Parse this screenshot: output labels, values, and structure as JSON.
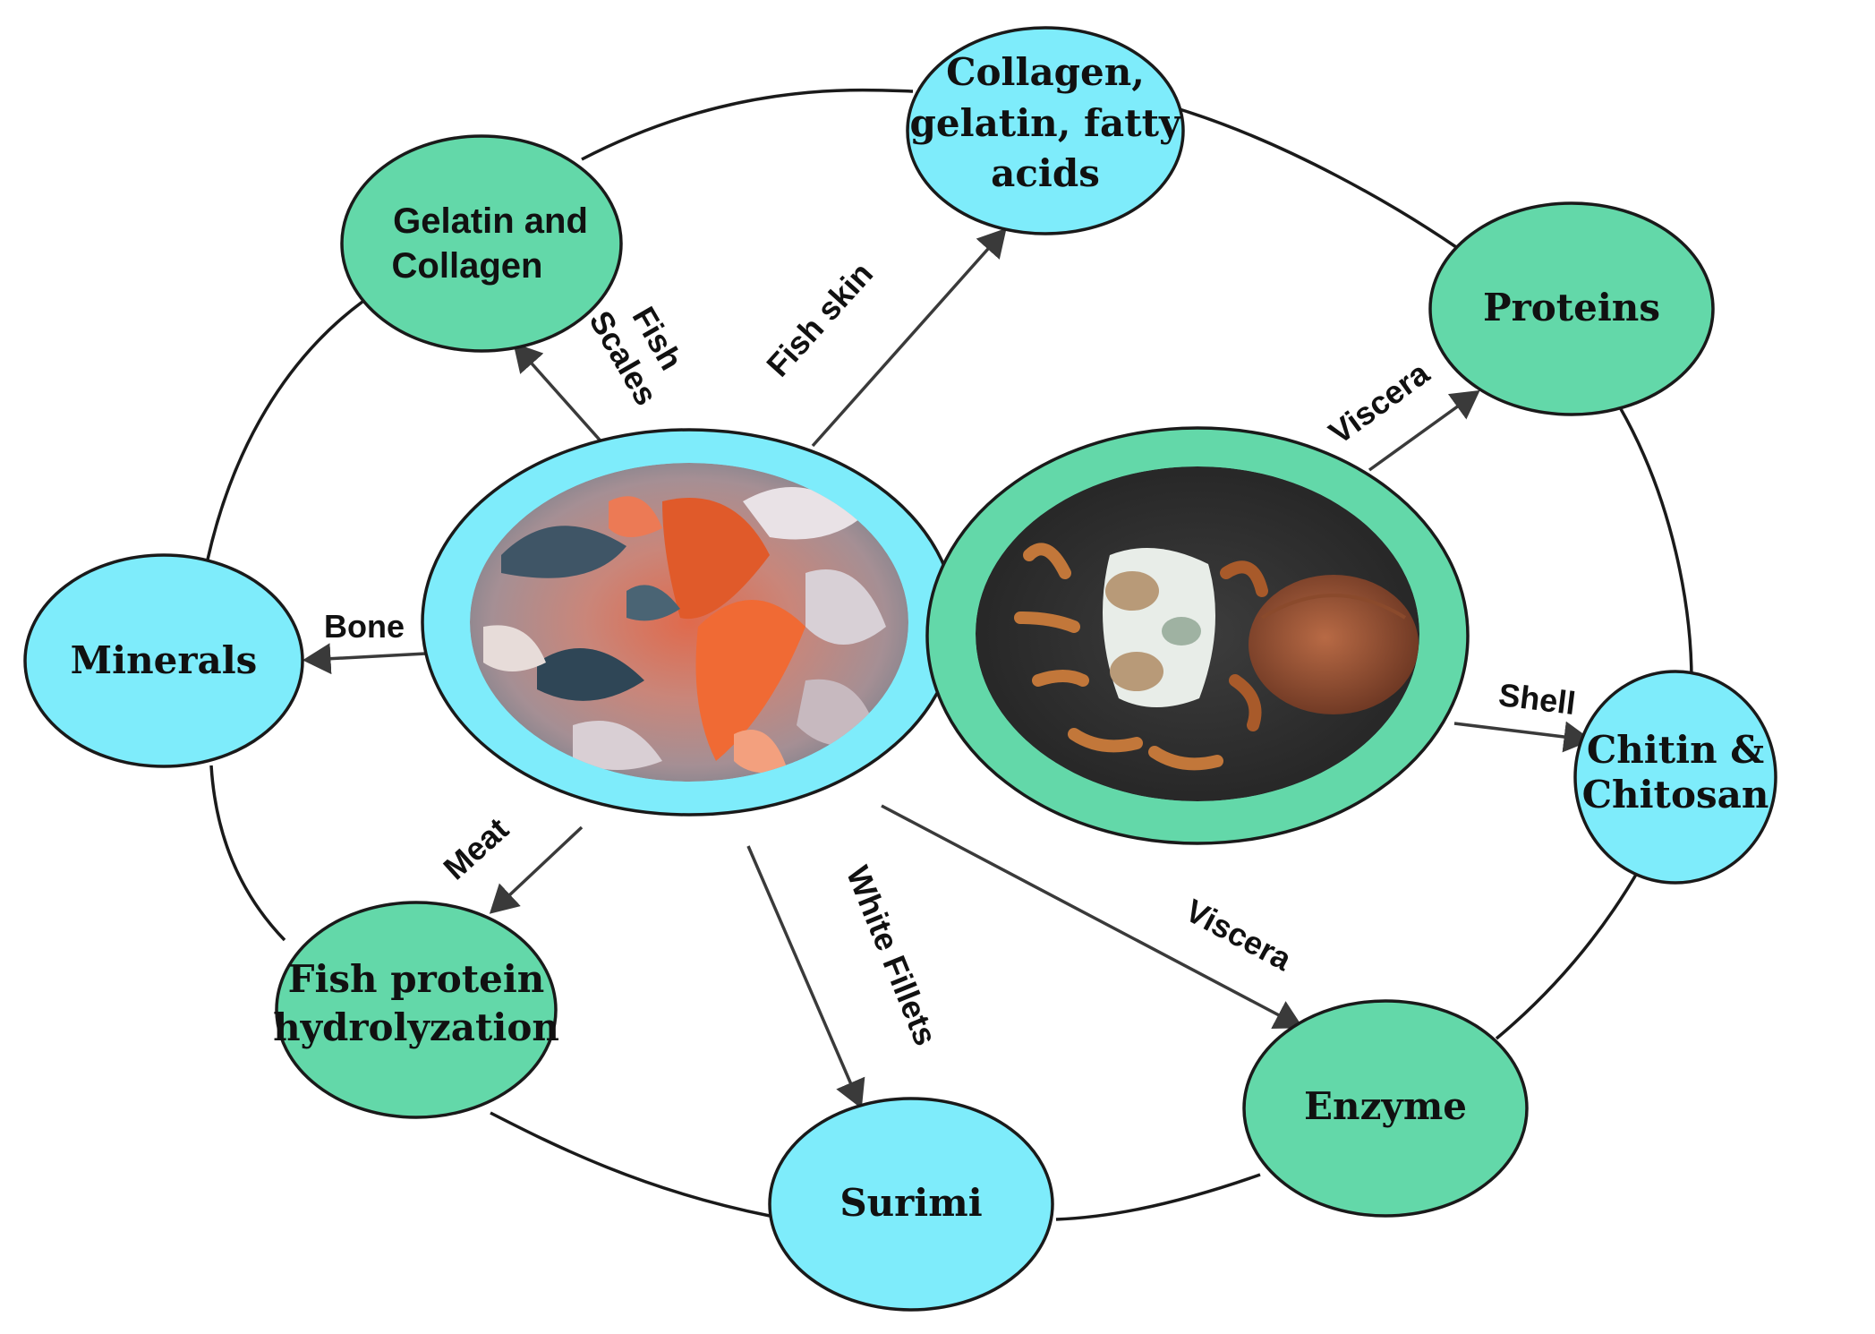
{
  "colors": {
    "green_node": "#63d8a9",
    "cyan_node": "#7eecfb",
    "line": "#1a1a1a",
    "arrow": "#3a3a3a"
  },
  "hubs": {
    "fish_waste": {
      "label": "",
      "image": "fish-waste-photo"
    },
    "crab_waste": {
      "label": "",
      "image": "crab-shell-photo"
    }
  },
  "nodes": {
    "gelatin_collagen": {
      "line1": "Gelatin and",
      "line2": "Collagen"
    },
    "collagen_gelatin_fatty": {
      "line1": "Collagen,",
      "line2": "gelatin, fatty",
      "line3": "acids"
    },
    "proteins": {
      "line1": "Proteins"
    },
    "chitin_chitosan": {
      "line1": "Chitin &",
      "line2": "Chitosan"
    },
    "enzyme": {
      "line1": "Enzyme"
    },
    "surimi": {
      "line1": "Surimi"
    },
    "fish_protein": {
      "line1": "Fish protein",
      "line2": "hydrolyzation"
    },
    "minerals": {
      "line1": "Minerals"
    }
  },
  "edges": {
    "fish_scales": {
      "line1": "Fish",
      "line2": "Scales"
    },
    "fish_skin": "Fish skin",
    "bone": "Bone",
    "meat": "Meat",
    "white_fillets": "White Fillets",
    "viscera_fish": "Viscera",
    "viscera_crab": "Viscera",
    "shell": "Shell"
  }
}
